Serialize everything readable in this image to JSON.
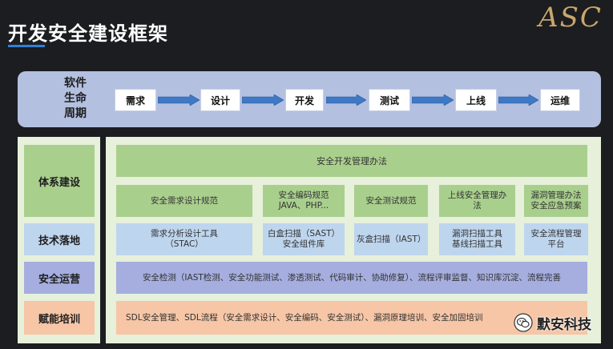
{
  "title": "开发安全建设框架",
  "logo": "ASC",
  "lifecycle": {
    "label_lines": [
      "软件",
      "生命",
      "周期"
    ],
    "stages": [
      "需求",
      "设计",
      "开发",
      "测试",
      "上线",
      "运维"
    ]
  },
  "rows": {
    "system": "体系建设",
    "tech": "技术落地",
    "ops": "安全运营",
    "training": "赋能培训"
  },
  "system": {
    "top": "安全开发管理办法",
    "items": [
      [
        "安全需求设计规范"
      ],
      [
        "安全编码规范",
        "JAVA、PHP..."
      ],
      [
        "安全测试规范"
      ],
      [
        "上线安全管理办",
        "法"
      ],
      [
        "漏洞管理办法",
        "安全应急预案"
      ]
    ]
  },
  "tech": {
    "items": [
      [
        "需求分析设计工具",
        "（STAC）"
      ],
      [
        "白盒扫描（SAST）",
        "安全组件库"
      ],
      [
        "灰盒扫描（IAST）"
      ],
      [
        "漏洞扫描工具",
        "基线扫描工具"
      ],
      [
        "安全流程管理",
        "平台"
      ]
    ]
  },
  "ops_text": "安全检测（IAST检测、安全功能测试、渗透测试、代码审计、协助修复）、流程评审监督、知识库沉淀、流程完善",
  "training_text": "SDL安全管理、SDL流程（安全需求设计、安全编码、安全测试）、漏洞原理培训、安全加固培训",
  "watermark": "默安科技",
  "icons": {
    "arrow": "right-arrow-icon",
    "watermark": "wechat-icon"
  },
  "colors": {
    "band": "#b3c0e0",
    "arrow": "#3f78c4",
    "green": "#a9cf8d",
    "blue": "#bed5ee",
    "purple": "#a5aedf",
    "orange": "#f6c6a6",
    "panel": "#e6f0da"
  }
}
